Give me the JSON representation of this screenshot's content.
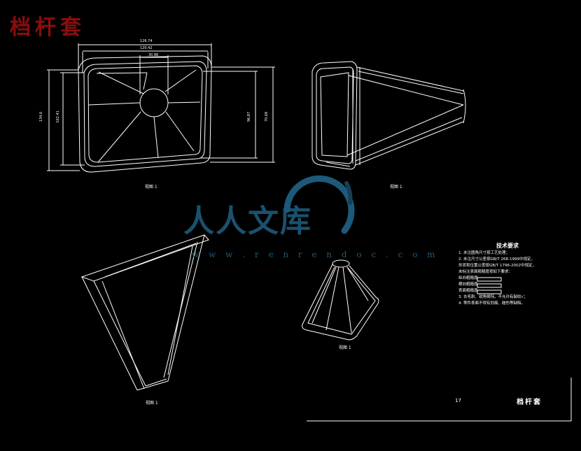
{
  "drawing": {
    "title": "档杆套",
    "title_block_name": "档杆套",
    "title_block_number": "17",
    "colors": {
      "background": "#000000",
      "lines": "#ffffff",
      "title": "#8b0d0d",
      "watermark": "#1d5a7a"
    }
  },
  "dimensions": {
    "outer_width": "126.74",
    "inner_width": "120.42",
    "hole_width": "30.86",
    "left_outer_height": "134.6",
    "left_inner_height": "102.41",
    "right_inner_height": "96.87",
    "right_outer_height": "70.68"
  },
  "view_labels": {
    "top": "视图 1",
    "side": "视图 1",
    "iso": "视图 1",
    "small": "视图 1"
  },
  "watermark": {
    "text": "人人文库",
    "url": "w w w . r e n r e n d o c . c o m"
  },
  "notes": {
    "title": "技术要求",
    "items": [
      "1. 未注圆角尺寸按工艺处理；",
      "2. 未注尺寸公差按GB/T 268-1999中规定，",
      "   形状和位置公差按GB/T 1796-2002中规定，",
      "   未标注表面粗糙度按如下要求：",
      "   纵向粗糙度",
      "   横向粗糙度",
      "   表面粗糙度",
      "3. 去毛刺、锐角倒钝，不允许有裂纹√；",
      "4. 零件表面不得有划痕、碰伤等缺陷。"
    ]
  }
}
